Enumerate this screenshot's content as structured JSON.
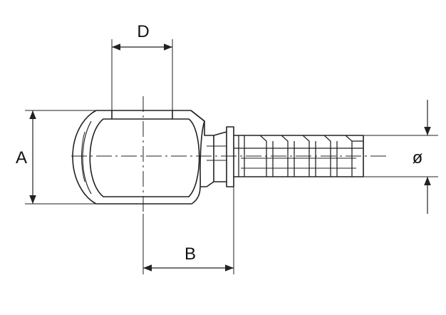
{
  "dimensions": {
    "a": "A",
    "b": "B",
    "d": "D",
    "diameter": "ø"
  },
  "colors": {
    "line": "#222222",
    "background": "#ffffff"
  }
}
